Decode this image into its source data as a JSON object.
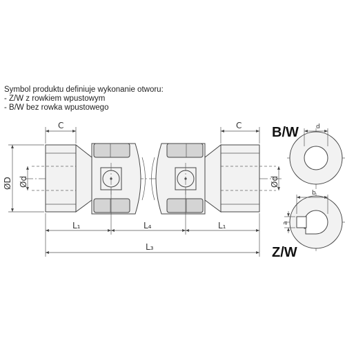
{
  "caption": {
    "title": "Symbol produktu definiuje wykonanie otworu:",
    "line1": "- Z/W z rowkiem wpustowym",
    "line2": "- B/W bez rowka wpustowego"
  },
  "dimensions": {
    "c_left": "C",
    "c_right": "C",
    "phi_D": "ØD",
    "phi_d_left": "Ød",
    "phi_d_right": "Ød",
    "l1_left": "L₁",
    "l4": "L₄",
    "l1_right": "L₁",
    "l3": "L₃",
    "d_small": "d",
    "b_small": "b",
    "a_small": "a"
  },
  "variants": {
    "bw": "B/W",
    "zw": "Z/W"
  }
}
